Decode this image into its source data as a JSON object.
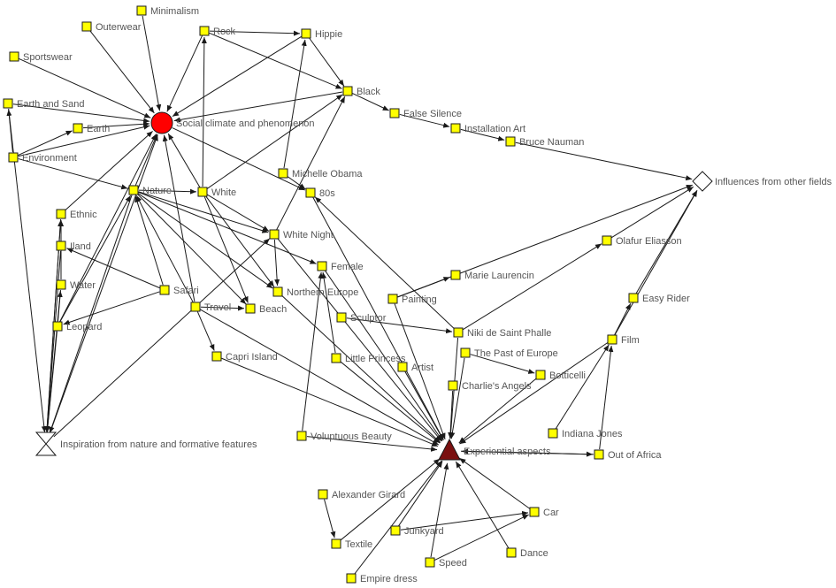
{
  "colors": {
    "default_node": "#ffff00",
    "hub_social": "#ff0000",
    "hub_experiential": "#7a1010",
    "edge": "#1a1a1a",
    "label": "#555555"
  },
  "nodes": {
    "social": {
      "label": "Social climate and phenomenon",
      "shape": "circle"
    },
    "experiential": {
      "label": "Experiential aspects",
      "shape": "triangle"
    },
    "inspiration": {
      "label": "Inspiration from nature and formative features",
      "shape": "hourglass"
    },
    "influences": {
      "label": "Influences from other fields",
      "shape": "diamond"
    },
    "minimalism": {
      "label": "Minimalism"
    },
    "outerwear": {
      "label": "Outerwear"
    },
    "sportswear": {
      "label": "Sportswear"
    },
    "rock": {
      "label": "Rock"
    },
    "hippie": {
      "label": "Hippie"
    },
    "black": {
      "label": "Black"
    },
    "earthsand": {
      "label": "Earth and Sand"
    },
    "earth": {
      "label": "Earth"
    },
    "environment": {
      "label": "Environment"
    },
    "falsesilence": {
      "label": "False Silence"
    },
    "installation": {
      "label": "Installation Art"
    },
    "nauman": {
      "label": "Bruce Nauman"
    },
    "michelle": {
      "label": "Michelle Obama"
    },
    "eighties": {
      "label": "80s"
    },
    "nature": {
      "label": "Nature"
    },
    "white": {
      "label": "White"
    },
    "ethnic": {
      "label": "Ethnic"
    },
    "island": {
      "label": "Iland"
    },
    "whitenight": {
      "label": "White Night"
    },
    "eliasson": {
      "label": "Olafur Eliasson"
    },
    "female": {
      "label": "Female"
    },
    "laurencin": {
      "label": "Marie Laurencin"
    },
    "water": {
      "label": "Water"
    },
    "safari": {
      "label": "Safari"
    },
    "northeurope": {
      "label": "Northern Europe"
    },
    "painting": {
      "label": "Painting"
    },
    "easyrider": {
      "label": "Easy Rider"
    },
    "travel": {
      "label": "Travel"
    },
    "beach": {
      "label": "Beach"
    },
    "sculptor": {
      "label": "Sculptor"
    },
    "niki": {
      "label": "Niki de Saint Phalle"
    },
    "leopard": {
      "label": "Leopard"
    },
    "film": {
      "label": "Film"
    },
    "pasteurope": {
      "label": "The Past of Europe"
    },
    "capri": {
      "label": "Capri Island"
    },
    "littleprincess": {
      "label": "Little Princess"
    },
    "artist": {
      "label": "Artist"
    },
    "botticelli": {
      "label": "Botticelli"
    },
    "charlies": {
      "label": "Charlie's Angels"
    },
    "indiana": {
      "label": "Indiana Jones"
    },
    "voluptuous": {
      "label": "Voluptuous Beauty"
    },
    "outofafrica": {
      "label": "Out of Africa"
    },
    "girard": {
      "label": "Alexander Girard"
    },
    "car": {
      "label": "Car"
    },
    "textile": {
      "label": "Textile"
    },
    "junkyard": {
      "label": "Junkyard"
    },
    "dance": {
      "label": "Dance"
    },
    "speed": {
      "label": "Speed"
    },
    "empire": {
      "label": "Empire dress"
    }
  },
  "edges": [
    [
      "minimalism",
      "social"
    ],
    [
      "outerwear",
      "social"
    ],
    [
      "sportswear",
      "social"
    ],
    [
      "earthsand",
      "social"
    ],
    [
      "earth",
      "social"
    ],
    [
      "environment",
      "social"
    ],
    [
      "environment",
      "earthsand"
    ],
    [
      "environment",
      "earth"
    ],
    [
      "environment",
      "nature"
    ],
    [
      "rock",
      "social"
    ],
    [
      "rock",
      "hippie"
    ],
    [
      "rock",
      "black"
    ],
    [
      "hippie",
      "social"
    ],
    [
      "hippie",
      "black"
    ],
    [
      "black",
      "social"
    ],
    [
      "black",
      "falsesilence"
    ],
    [
      "falsesilence",
      "installation"
    ],
    [
      "installation",
      "nauman"
    ],
    [
      "nauman",
      "influences"
    ],
    [
      "michelle",
      "hippie"
    ],
    [
      "michelle",
      "eighties"
    ],
    [
      "social",
      "eighties"
    ],
    [
      "nature",
      "social"
    ],
    [
      "white",
      "social"
    ],
    [
      "white",
      "black"
    ],
    [
      "white",
      "rock"
    ],
    [
      "white",
      "whitenight"
    ],
    [
      "white",
      "beach"
    ],
    [
      "white",
      "northeurope"
    ],
    [
      "nature",
      "white"
    ],
    [
      "nature",
      "whitenight"
    ],
    [
      "nature",
      "female"
    ],
    [
      "nature",
      "northeurope"
    ],
    [
      "nature",
      "beach"
    ],
    [
      "ethnic",
      "social"
    ],
    [
      "ethnic",
      "inspiration"
    ],
    [
      "island",
      "inspiration"
    ],
    [
      "water",
      "inspiration"
    ],
    [
      "leopard",
      "inspiration"
    ],
    [
      "leopard",
      "nature"
    ],
    [
      "leopard",
      "social"
    ],
    [
      "safari",
      "nature"
    ],
    [
      "safari",
      "leopard"
    ],
    [
      "safari",
      "island"
    ],
    [
      "travel",
      "beach"
    ],
    [
      "travel",
      "social"
    ],
    [
      "travel",
      "nature"
    ],
    [
      "travel",
      "capri"
    ],
    [
      "whitenight",
      "northeurope"
    ],
    [
      "whitenight",
      "black"
    ],
    [
      "earthsand",
      "inspiration"
    ],
    [
      "nature",
      "inspiration"
    ],
    [
      "inspiration",
      "whitenight"
    ],
    [
      "inspiration",
      "social"
    ],
    [
      "inspiration",
      "ethnic"
    ],
    [
      "female",
      "experiential"
    ],
    [
      "eighties",
      "experiential"
    ],
    [
      "whitenight",
      "experiential"
    ],
    [
      "northeurope",
      "experiential"
    ],
    [
      "travel",
      "experiential"
    ],
    [
      "capri",
      "experiential"
    ],
    [
      "littleprincess",
      "female"
    ],
    [
      "littleprincess",
      "experiential"
    ],
    [
      "artist",
      "experiential"
    ],
    [
      "painting",
      "experiential"
    ],
    [
      "painting",
      "laurencin"
    ],
    [
      "painting",
      "influences"
    ],
    [
      "sculptor",
      "niki"
    ],
    [
      "niki",
      "eliasson"
    ],
    [
      "niki",
      "experiential"
    ],
    [
      "niki",
      "eighties"
    ],
    [
      "eliasson",
      "influences"
    ],
    [
      "easyrider",
      "influences"
    ],
    [
      "film",
      "easyrider"
    ],
    [
      "film",
      "influences"
    ],
    [
      "film",
      "experiential"
    ],
    [
      "indiana",
      "film"
    ],
    [
      "outofafrica",
      "film"
    ],
    [
      "outofafrica",
      "experiential"
    ],
    [
      "experiential",
      "outofafrica"
    ],
    [
      "charlies",
      "experiential"
    ],
    [
      "pasteurope",
      "experiential"
    ],
    [
      "botticelli",
      "experiential"
    ],
    [
      "pasteurope",
      "botticelli"
    ],
    [
      "voluptuous",
      "experiential"
    ],
    [
      "voluptuous",
      "female"
    ],
    [
      "girard",
      "textile"
    ],
    [
      "textile",
      "experiential"
    ],
    [
      "junkyard",
      "car"
    ],
    [
      "junkyard",
      "experiential"
    ],
    [
      "speed",
      "car"
    ],
    [
      "speed",
      "experiential"
    ],
    [
      "dance",
      "experiential"
    ],
    [
      "empire",
      "experiential"
    ],
    [
      "car",
      "experiential"
    ],
    [
      "island",
      "ethnic"
    ],
    [
      "water",
      "ethnic"
    ],
    [
      "leopard",
      "water"
    ]
  ]
}
